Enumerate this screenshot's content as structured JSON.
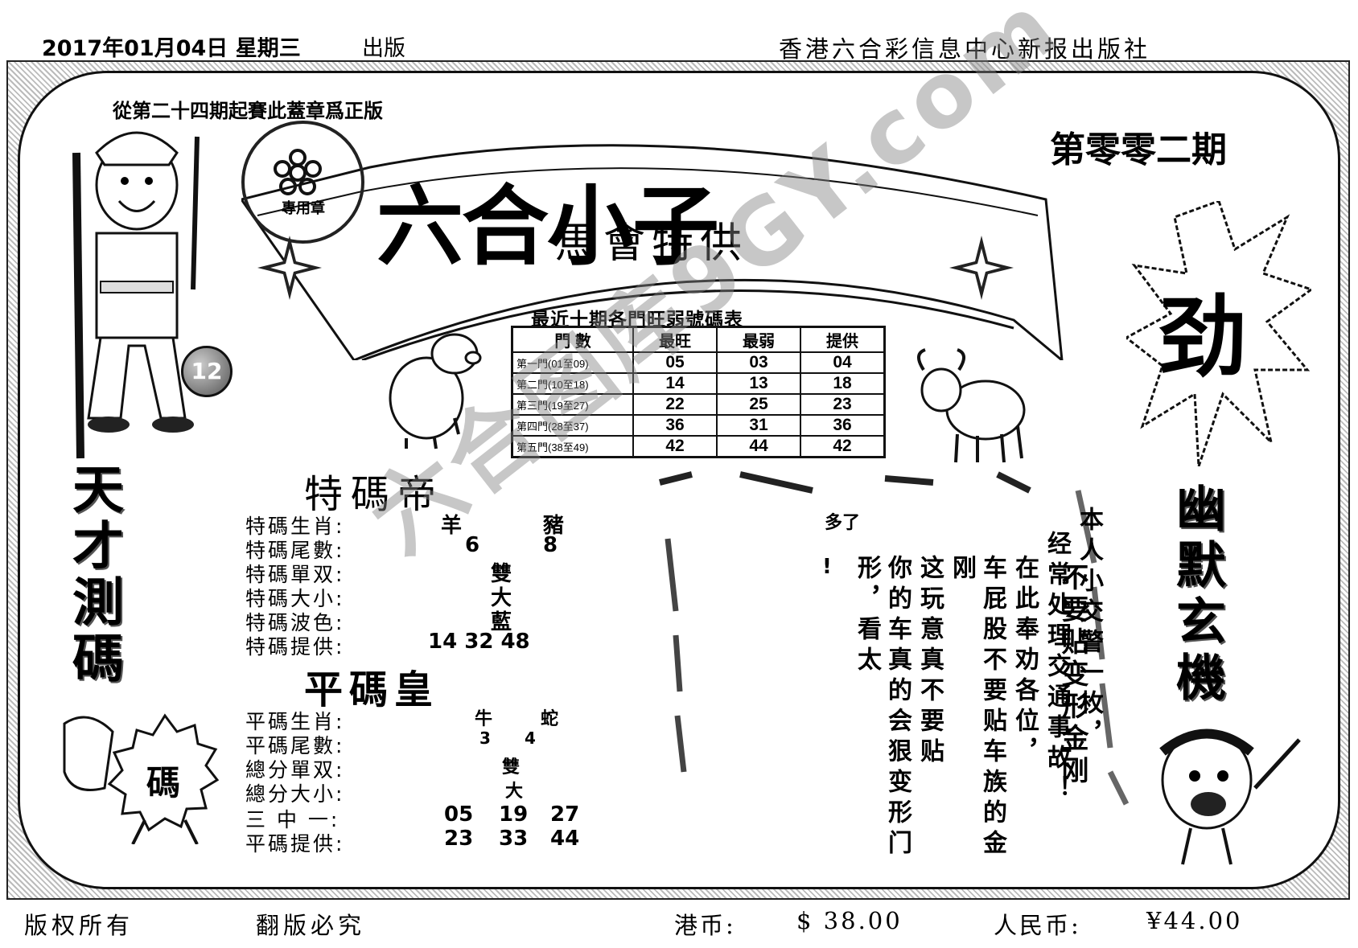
{
  "header": {
    "date": "2017年01月04日 星期三",
    "published": "出版",
    "agency": "香港六合彩信息中心新报出版社"
  },
  "stamp_notice": "從第二十四期起賽此蓋章爲正版",
  "stamp": {
    "text": "專用章"
  },
  "issue": "第零零二期",
  "banner": {
    "title": "六合小子",
    "subtitle": "馬會特供"
  },
  "table": {
    "title": "最近十期各門旺弱號碼表",
    "headers": [
      "門 數",
      "最旺",
      "最弱",
      "提供"
    ],
    "rows": [
      [
        "第一門(01至09)",
        "05",
        "03",
        "04"
      ],
      [
        "第二門(10至18)",
        "14",
        "13",
        "18"
      ],
      [
        "第三門(19至27)",
        "22",
        "25",
        "23"
      ],
      [
        "第四門(28至37)",
        "36",
        "31",
        "36"
      ],
      [
        "第五門(38至49)",
        "42",
        "44",
        "42"
      ]
    ]
  },
  "special": {
    "title": "特碼帝",
    "items": [
      {
        "label": "特碼生肖:",
        "value1": "羊",
        "value2": "豬"
      },
      {
        "label": "特碼尾數:",
        "value1": "6",
        "value2": "8"
      },
      {
        "label": "特碼單双:",
        "value1": "雙"
      },
      {
        "label": "特碼大小:",
        "value1": "大"
      },
      {
        "label": "特碼波色:",
        "value1": "藍"
      },
      {
        "label": "特碼提供:",
        "value1": "14 32 48"
      }
    ]
  },
  "normal": {
    "title": "平碼皇",
    "items": [
      {
        "label": "平碼生肖:",
        "value1": "牛",
        "value2": "蛇"
      },
      {
        "label": "平碼尾數:",
        "value1": "3",
        "value2": "4"
      },
      {
        "label": "總分單双:",
        "value1": "雙"
      },
      {
        "label": "總分大小:",
        "value1": "大"
      },
      {
        "label": "三 中 一:",
        "value1": "05",
        "value2": "19",
        "value3": "27"
      },
      {
        "label": "平碼提供:",
        "value1": "23",
        "value2": "33",
        "value3": "44"
      }
    ]
  },
  "story": {
    "extra_top": "多了",
    "extra_bang": "!",
    "columns": [
      "本人小交警一枚，",
      "经常处理交通事故！",
      "在此奉劝各位，",
      "车屁股不要贴车族的金刚",
      "这玩意真不要贴",
      "你的车真的会狠变形门形，看太"
    ]
  },
  "dont_paste": "不要贴变形金刚",
  "calligraphy": {
    "left": "天才測碼",
    "right": "幽默玄機",
    "right_top": "劲"
  },
  "badge_12": "12",
  "rosette_char": "碼",
  "watermark": "六合图库9GY.com",
  "footer": {
    "rights": "版权所有",
    "piracy": "翻版必究",
    "hkd_label": "港币:",
    "hkd_price": "$ 38.00",
    "rmb_label": "人民币:",
    "rmb_price": "¥44.00"
  }
}
